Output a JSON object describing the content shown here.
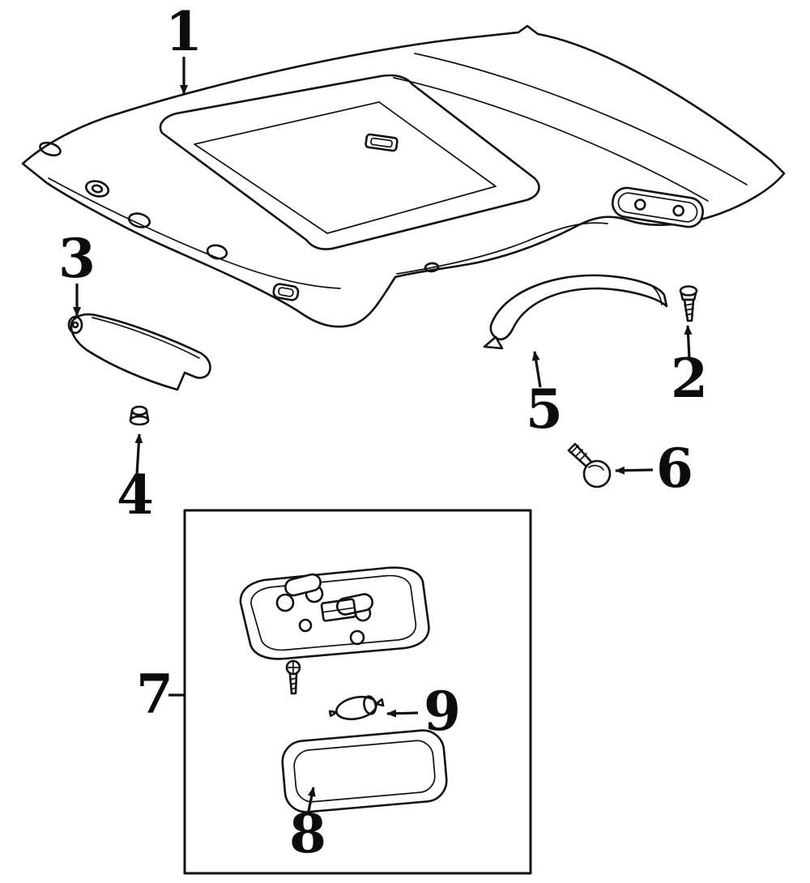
{
  "canvas": {
    "background": "#ffffff",
    "line_color": "#111111"
  },
  "callouts": {
    "c1": "1",
    "c2": "2",
    "c3": "3",
    "c4": "4",
    "c5": "5",
    "c6": "6",
    "c7": "7",
    "c8": "8",
    "c9": "9"
  },
  "parts": {
    "p1": "headliner-panel",
    "p2": "retainer-clip",
    "p3": "sun-visor",
    "p4": "visor-retainer-nut",
    "p5": "assist-grip-handle",
    "p6": "thumb-screw",
    "p7": "dome-lamp-assembly-box",
    "p8": "lamp-lens",
    "p9": "lamp-bulb"
  }
}
